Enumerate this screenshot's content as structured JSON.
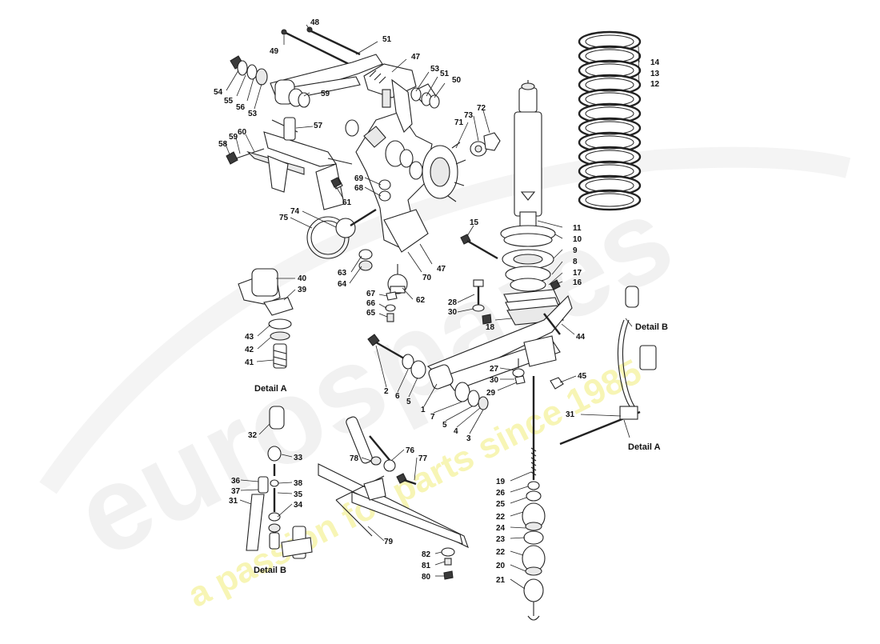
{
  "watermark": {
    "brand": "eurospares",
    "tagline": "a passion for parts since 1985",
    "brand_color": "#e3e3e3",
    "tagline_color": "#f2ee6f"
  },
  "details": {
    "a_top": "Detail A",
    "a_right": "Detail A",
    "b_right": "Detail B",
    "b_bottom": "Detail B"
  },
  "parts": {
    "p1": "1",
    "p2": "2",
    "p3": "3",
    "p4": "4",
    "p5a": "5",
    "p5b": "5",
    "p6": "6",
    "p7": "7",
    "p8": "8",
    "p9": "9",
    "p10": "10",
    "p11": "11",
    "p12": "12",
    "p13": "13",
    "p14": "14",
    "p15": "15",
    "p16": "16",
    "p17": "17",
    "p18": "18",
    "p19": "19",
    "p20": "20",
    "p21": "21",
    "p22a": "22",
    "p22b": "22",
    "p23": "23",
    "p24": "24",
    "p25": "25",
    "p26": "26",
    "p27": "27",
    "p28": "28",
    "p29": "29",
    "p30a": "30",
    "p30b": "30",
    "p31a": "31",
    "p31b": "31",
    "p32": "32",
    "p33": "33",
    "p34": "34",
    "p35": "35",
    "p36": "36",
    "p37": "37",
    "p38": "38",
    "p39": "39",
    "p40": "40",
    "p41": "41",
    "p42": "42",
    "p43": "43",
    "p44": "44",
    "p45": "45",
    "p47a": "47",
    "p47b": "47",
    "p48": "48",
    "p49": "49",
    "p50": "50",
    "p51a": "51",
    "p51b": "51",
    "p53a": "53",
    "p53b": "53",
    "p54": "54",
    "p55": "55",
    "p56": "56",
    "p57": "57",
    "p58": "58",
    "p59a": "59",
    "p59b": "59",
    "p60": "60",
    "p61": "61",
    "p62": "62",
    "p63": "63",
    "p64": "64",
    "p65": "65",
    "p66": "66",
    "p67": "67",
    "p68": "68",
    "p69": "69",
    "p70": "70",
    "p71": "71",
    "p72": "72",
    "p73": "73",
    "p74": "74",
    "p75": "75",
    "p76": "76",
    "p77": "77",
    "p78": "78",
    "p79": "79",
    "p80": "80",
    "p81": "81",
    "p82": "82"
  }
}
